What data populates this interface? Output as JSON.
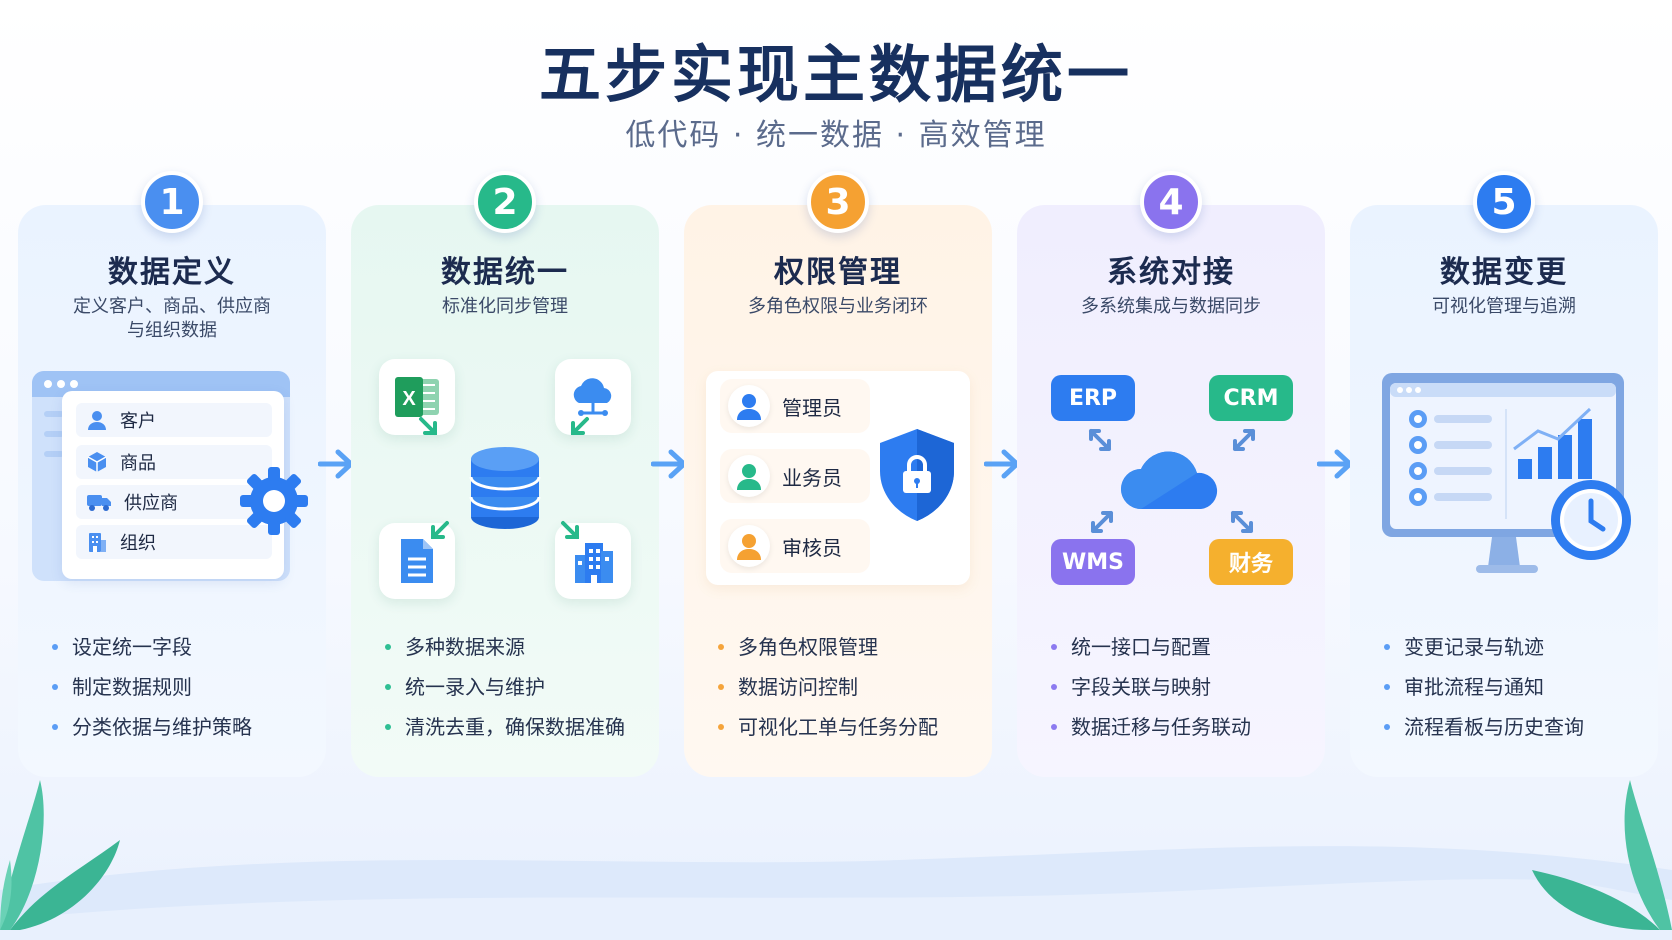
{
  "header": {
    "title": "五步实现主数据统一",
    "subtitle": "低代码 · 统一数据 · 高效管理"
  },
  "colors": {
    "step1": "#4a8ff0",
    "step2": "#27b98a",
    "step3": "#f5a132",
    "step4": "#8a73ee",
    "step5": "#2d7cf0"
  },
  "steps": [
    {
      "number": "1",
      "title": "数据定义",
      "subtitle": "定义客户、商品、供应商与组织数据",
      "subtitle_line1": "定义客户、商品、供应商",
      "subtitle_line2": "与组织数据",
      "items": [
        "客户",
        "商品",
        "供应商",
        "组织"
      ],
      "bullets": [
        "设定统一字段",
        "制定数据规则",
        "分类依据与维护策略"
      ]
    },
    {
      "number": "2",
      "title": "数据统一",
      "subtitle": "标准化同步管理",
      "bullets": [
        "多种数据来源",
        "统一录入与维护",
        "清洗去重，确保数据准确"
      ]
    },
    {
      "number": "3",
      "title": "权限管理",
      "subtitle": "多角色权限与业务闭环",
      "roles": [
        "管理员",
        "业务员",
        "审核员"
      ],
      "bullets": [
        "多角色权限管理",
        "数据访问控制",
        "可视化工单与任务分配"
      ]
    },
    {
      "number": "4",
      "title": "系统对接",
      "subtitle": "多系统集成与数据同步",
      "systems": [
        "ERP",
        "CRM",
        "WMS",
        "财务"
      ],
      "bullets": [
        "统一接口与配置",
        "字段关联与映射",
        "数据迁移与任务联动"
      ]
    },
    {
      "number": "5",
      "title": "数据变更",
      "subtitle": "可视化管理与追溯",
      "bullets": [
        "变更记录与轨迹",
        "审批流程与通知",
        "流程看板与历史查询"
      ]
    }
  ]
}
